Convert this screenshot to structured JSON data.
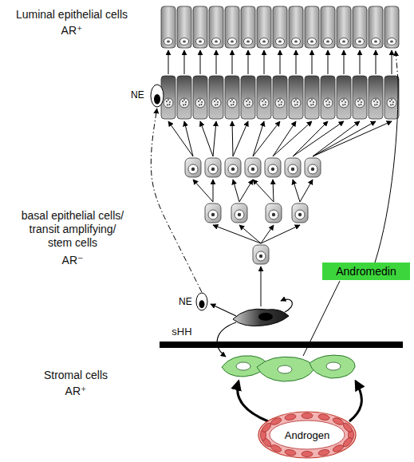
{
  "diagram": {
    "nodes": [
      {
        "text": [
          "NE"
        ]
      },
      {
        "text": [
          "Andromedin"
        ]
      },
      {
        "text": [
          "NE"
        ]
      },
      {
        "text": [
          "Androgen"
        ]
      }
    ],
    "edges": [
      {
        "from": 2,
        "to": 0,
        "arrow": "to"
      }
    ],
    "labels": [
      "Luminal epithelial cells",
      "AR⁺",
      "basal epithelial cells/ transit amplifying/ stem cells",
      "AR⁻",
      "sHH",
      "Stromal cells",
      "AR⁺"
    ]
  }
}
